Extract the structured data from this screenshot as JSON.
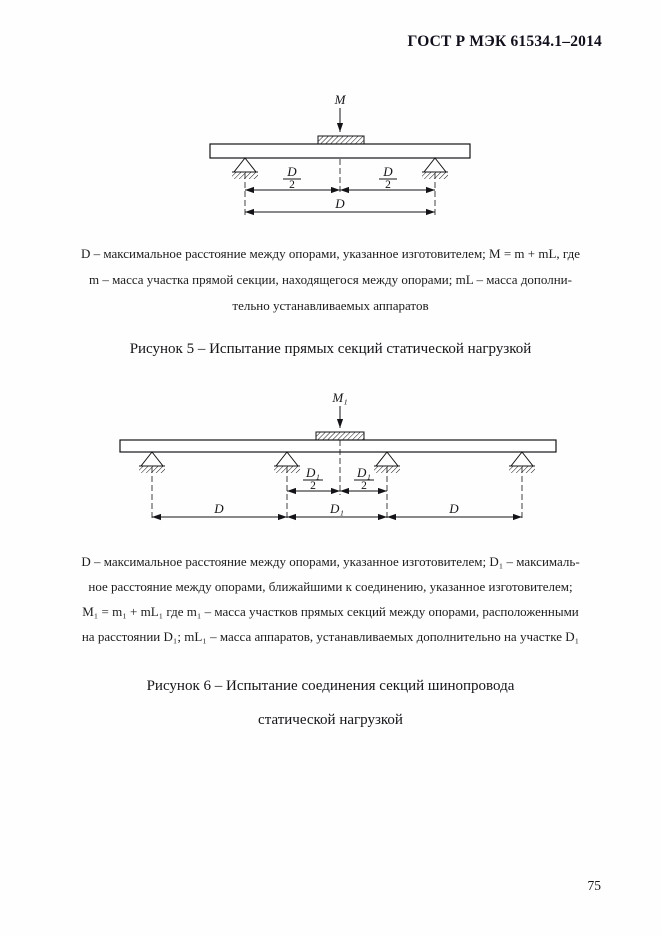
{
  "page": {
    "header": "ГОСТ Р МЭК 61534.1–2014",
    "number": "75"
  },
  "figure5": {
    "labels": {
      "load": "M",
      "half_numerator": "D",
      "half_denominator": "2",
      "span": "D"
    },
    "caption_lines": [
      "D – максимальное расстояние между опорами, указанное изготовителем; M = m + mL, где",
      "m – масса участка прямой секции, находящегося между опорами; mL – масса дополни-",
      "тельно устанавливаемых аппаратов"
    ],
    "title": "Рисунок 5 – Испытание прямых секций статической нагрузкой"
  },
  "figure6": {
    "labels": {
      "load": "M₁",
      "half_numerator": "D₁",
      "half_denominator": "2",
      "span_outer_left": "D",
      "span_inner": "D₁",
      "span_outer_right": "D"
    },
    "caption_lines": [
      "D – максимальное расстояние между опорами, указанное изготовителем; D₁ – максималь-",
      "ное расстояние между опорами, ближайшими к соединению, указанное изготовителем;",
      "M₁ = m₁ + mL₁ где m₁ – масса участков прямых секций между опорами, расположенными",
      "на расстоянии D₁; mL₁ – масса аппаратов, устанавливаемых дополнительно на участке D₁"
    ],
    "title_lines": [
      "Рисунок 6 – Испытание соединения секций шинопровода",
      "статической нагрузкой"
    ]
  }
}
